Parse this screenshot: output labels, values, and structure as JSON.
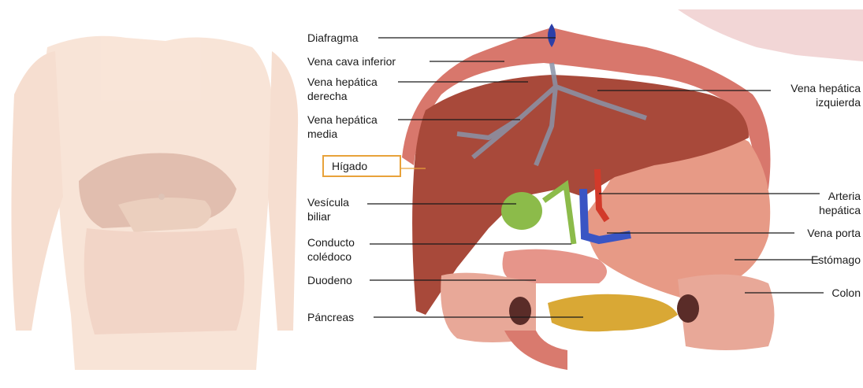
{
  "labels_left": {
    "diafragma": "Diafragma",
    "vena_cava": "Vena cava inferior",
    "vena_hep_der_1": "Vena hepática",
    "vena_hep_der_2": "derecha",
    "vena_hep_med_1": "Vena hepática",
    "vena_hep_med_2": "media",
    "higado": "Hígado",
    "vesicula_1": "Vesícula",
    "vesicula_2": "biliar",
    "conducto_1": "Conducto",
    "conducto_2": "colédoco",
    "duodeno": "Duodeno",
    "pancreas": "Páncreas"
  },
  "labels_right": {
    "vena_hep_izq_1": "Vena hepática",
    "vena_hep_izq_2": "izquierda",
    "arteria_1": "Arteria",
    "arteria_2": "hepática",
    "vena_porta": "Vena porta",
    "estomago": "Estómago",
    "colon": "Colon"
  },
  "colors": {
    "liver": "#a8493a",
    "stomach": "#e79a86",
    "diaphragm": "#d8776c",
    "gallbladder": "#8cbb4a",
    "vein": "#3a55c4",
    "artery": "#d23a2a",
    "pancreas": "#d9a835",
    "highlight": "#e8a23a"
  }
}
